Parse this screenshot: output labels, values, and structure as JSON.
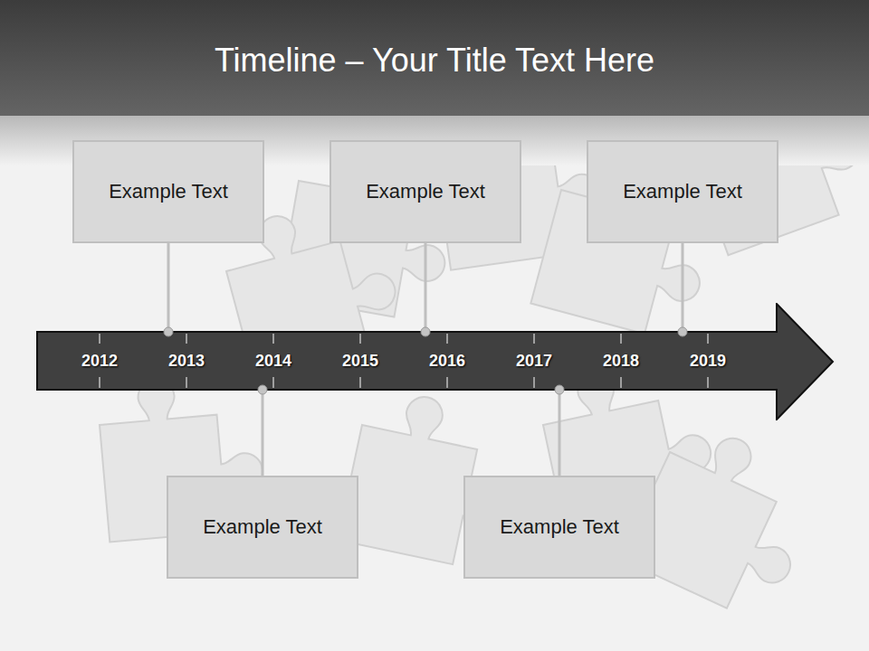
{
  "diagram": {
    "title": "Timeline – Your Title Text Here",
    "nodes": [
      {
        "text": [
          "Example Text"
        ]
      },
      {
        "text": [
          "Example Text"
        ]
      },
      {
        "text": [
          "Example Text"
        ]
      },
      {
        "text": [
          "2012",
          "2013",
          "2014",
          "2015",
          "2016",
          "2017",
          "2018",
          "2019"
        ]
      },
      {
        "text": [
          "Example Text"
        ]
      },
      {
        "text": [
          "Example Text"
        ]
      }
    ],
    "edges": [
      {
        "from": 0,
        "to": 3,
        "arrow": "none"
      },
      {
        "from": 1,
        "to": 3,
        "arrow": "none"
      },
      {
        "from": 2,
        "to": 3,
        "arrow": "none"
      },
      {
        "from": 4,
        "to": 3,
        "arrow": "none"
      },
      {
        "from": 5,
        "to": 3,
        "arrow": "none"
      }
    ]
  }
}
